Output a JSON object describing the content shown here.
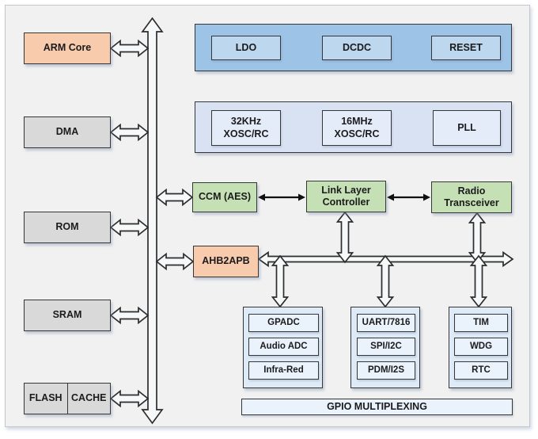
{
  "colors": {
    "panel_background": "#f1f1f1",
    "frame_border": "#c6c6c6",
    "cpu_bridge_orange": "#f8cbad",
    "memory_gray": "#d9d9d9",
    "radio_green": "#c5e0b4",
    "power_container_blue": "#9dc3e6",
    "power_inner_blue": "#bdd7ee",
    "clock_container_lavender": "#d9e2f3",
    "clock_inner": "#e5ecf9",
    "peripheral_container_blue": "#deebf7",
    "peripheral_inner": "#eaf2fb",
    "box_border": "#363636",
    "text": "#1b1b1d"
  },
  "blocks": {
    "arm_core": "ARM Core",
    "dma": "DMA",
    "rom": "ROM",
    "sram": "SRAM",
    "flash": "FLASH",
    "cache": "CACHE",
    "ldo": "LDO",
    "dcdc": "DCDC",
    "reset": "RESET",
    "xosc_32k": "32KHz XOSC/RC",
    "xosc_16m": "16MHz XOSC/RC",
    "pll": "PLL",
    "ccm_aes": "CCM (AES)",
    "link_layer_controller": "Link Layer Controller",
    "radio_transceiver": "Radio Transceiver",
    "ahb2apb": "AHB2APB",
    "gpio_multiplexing": "GPIO MULTIPLEXING"
  },
  "peripheral_groups": {
    "analog": [
      "GPADC",
      "Audio ADC",
      "Infra-Red"
    ],
    "serial": [
      "UART/7816",
      "SPI/I2C",
      "PDM/I2S"
    ],
    "timers": [
      "TIM",
      "WDG",
      "RTC"
    ]
  }
}
